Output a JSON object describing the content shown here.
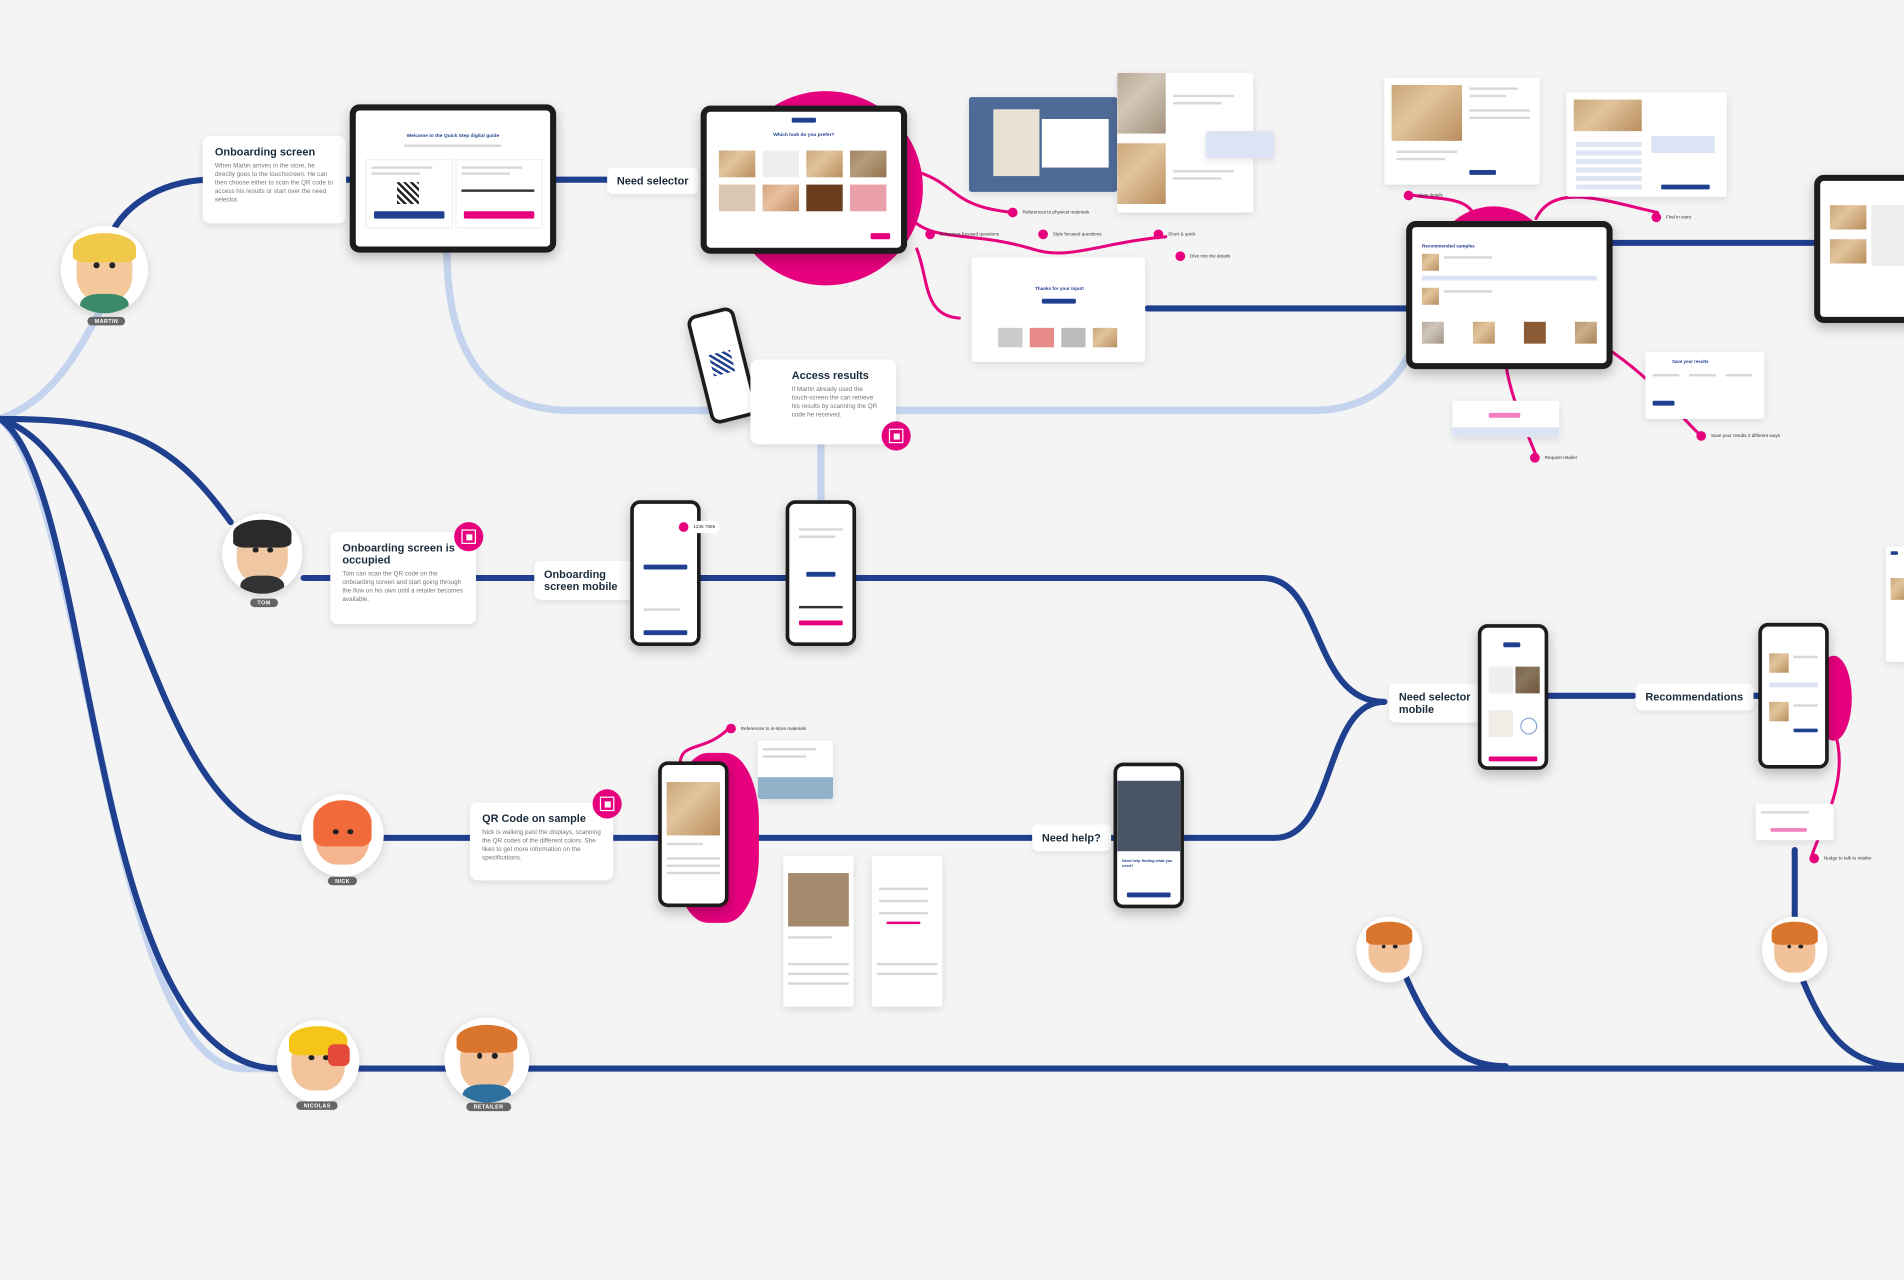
{
  "cards": {
    "onboarding_screen": {
      "title": "Onboarding screen",
      "desc": "When Martin arrives in the store, he directly goes to the touchscreen. He can then choose either to scan the QR code to access his results or start over the need selector."
    },
    "access_results": {
      "title": "Access results",
      "desc": "If Martin already used the touch-screen the can retrieve his results by scanning the QR code he received."
    },
    "onboarding_occupied": {
      "title": "Onboarding screen is occupied",
      "desc": "Tom can scan the QR code on the onboarding screen and start going through the flow on his own until a retailer becomes available."
    },
    "qr_code_sample": {
      "title": "QR Code on sample",
      "desc": "Nick is walking past the displays, scanning the QR codes of the different colors. She likes to get more information on the specifications."
    }
  },
  "labels": {
    "need_selector": "Need selector",
    "onboarding_mobile": "Onboarding screen mobile",
    "need_selector_mobile": "Need selector mobile",
    "recommendations": "Recommendations",
    "need_help": "Need help?"
  },
  "personas": {
    "martin": "MARTIN",
    "tom": "TOM",
    "nick": "NICK",
    "nicolas": "NICOLAS",
    "retailer": "RETAILER"
  },
  "tags": {
    "physical_materials": "References to physical materials",
    "behaviour_questions": "Behaviour focused questions",
    "style_questions": "Style focused questions",
    "short_quick": "Short & quick",
    "dive_details": "Dive into the details",
    "view_details": "View details",
    "find_in_store": "Find in store",
    "request_retailer": "Request retailer",
    "save_results": "Save your results 3 different ways",
    "store_materials": "References to in-store materials",
    "nudge_retailer": "Nudge to talk to retailer"
  },
  "screens": {
    "welcome": "Welcome to the Quick Step digital guide",
    "which_floor": "Which look do you prefer?",
    "recommended": "Recommended samples",
    "save_results": "Save your results",
    "thanks": "Thanks for your input!",
    "need_help": "Need help finding what you need?",
    "code": "1235 7689"
  },
  "colors": {
    "track": "#1f3f8f",
    "track_light": "#c5d4ee",
    "accent": "#e6007e",
    "background": "#f4f4f4"
  }
}
